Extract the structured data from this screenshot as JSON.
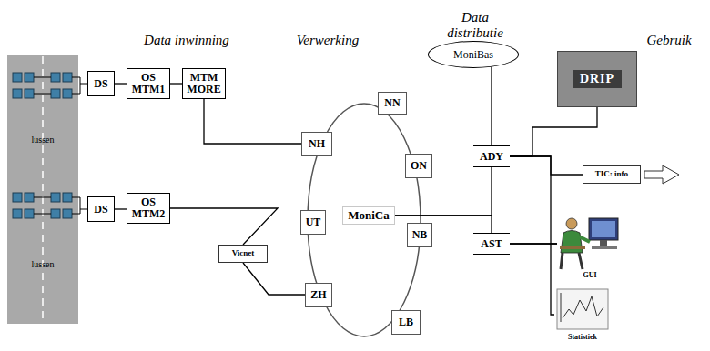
{
  "diagram": {
    "nodes": [
      {
        "text": [
          "DS"
        ]
      },
      {
        "text": [
          "OS MTM1"
        ]
      },
      {
        "text": [
          "MTM MORE"
        ]
      },
      {
        "text": [
          "NN"
        ]
      },
      {
        "text": [
          "NH"
        ]
      },
      {
        "text": [
          "ON"
        ]
      },
      {
        "text": [
          "MoniCa"
        ]
      },
      {
        "text": [
          "UT"
        ]
      },
      {
        "text": [
          "NB"
        ]
      },
      {
        "text": [
          "ZH"
        ]
      },
      {
        "text": [
          "LB"
        ]
      },
      {
        "text": [
          "MoniBas"
        ]
      },
      {
        "text": [
          "ADY"
        ]
      },
      {
        "text": [
          "AST"
        ]
      },
      {
        "text": [
          "DRIP"
        ]
      },
      {
        "text": [
          "TIC: info"
        ]
      },
      {
        "text": [
          "GUI"
        ]
      },
      {
        "text": [
          "Statistiek"
        ]
      },
      {
        "text": [
          "DS"
        ]
      },
      {
        "text": [
          "OS MTM2"
        ]
      },
      {
        "text": [
          "Vicnet"
        ]
      }
    ],
    "edges": [
      {
        "from": 0,
        "to": 1,
        "arrow": "none"
      },
      {
        "from": 1,
        "to": 2,
        "arrow": "none"
      },
      {
        "from": 2,
        "to": 4,
        "arrow": "none"
      },
      {
        "from": 18,
        "to": 19,
        "arrow": "none"
      },
      {
        "from": 19,
        "to": 20,
        "arrow": "none"
      },
      {
        "from": 20,
        "to": 9,
        "arrow": "none"
      },
      {
        "from": 11,
        "to": 12,
        "arrow": "none"
      },
      {
        "from": 6,
        "to": 12,
        "arrow": "none"
      },
      {
        "from": 6,
        "to": 13,
        "arrow": "none"
      },
      {
        "from": 12,
        "to": 14,
        "arrow": "none"
      },
      {
        "from": 12,
        "to": 15,
        "arrow": "none"
      },
      {
        "from": 12,
        "to": 16,
        "arrow": "none"
      },
      {
        "from": 13,
        "to": 16,
        "arrow": "none"
      },
      {
        "from": 13,
        "to": 17,
        "arrow": "none"
      }
    ],
    "labels": [
      "Data inwinning",
      "Verwerking",
      "Data distributie",
      "Gebruik",
      "lussen",
      "lussen"
    ]
  }
}
